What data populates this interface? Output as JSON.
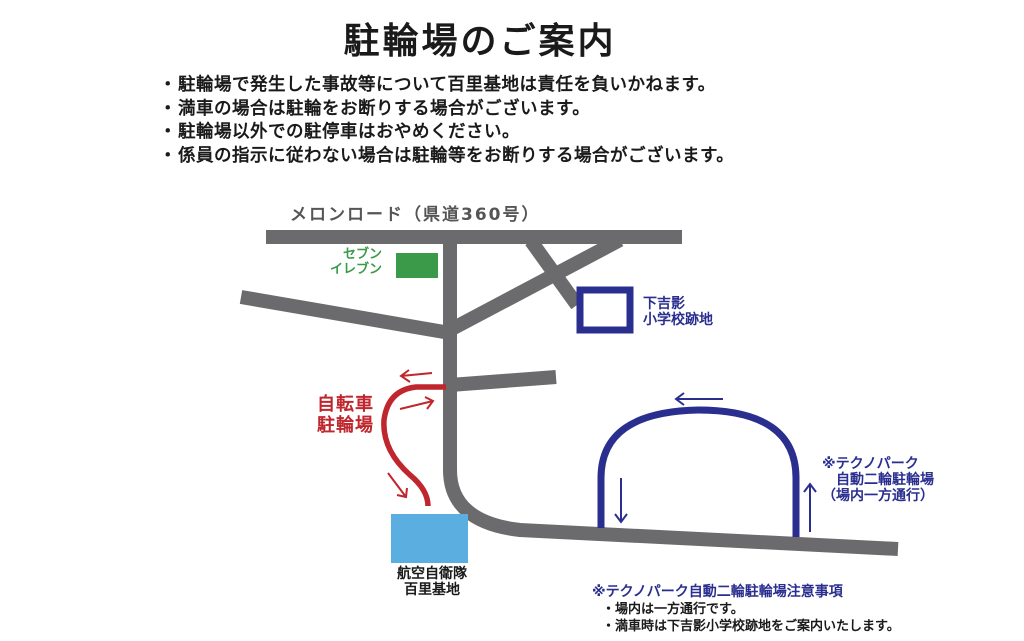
{
  "header": {
    "title": "駐輪場のご案内"
  },
  "notices": [
    "駐輪場で発生した事故等について百里基地は責任を負いかねます。",
    "満車の場合は駐輪をお断りする場合がございます。",
    "駐輪場以外での駐停車はおやめください。",
    "係員の指示に従わない場合は駐輪等をお断りする場合がございます。"
  ],
  "bullet": "・",
  "map": {
    "road_name": "メロンロード（県道360号）",
    "seven_eleven": {
      "line1": "セブン",
      "line2": "イレブン",
      "color": "#3a9a4a"
    },
    "school": {
      "line1": "下吉影",
      "line2": "小学校跡地",
      "color": "#2a2f8f"
    },
    "bicycle_parking": {
      "line1": "自転車",
      "line2": "駐輪場",
      "color": "#c0262d"
    },
    "base": {
      "line1": "航空自衛隊",
      "line2": "百里基地",
      "color": "#5aafe0"
    },
    "techno_park": {
      "line1": "※テクノパーク",
      "line2": "自動二輪駐輪場",
      "line3": "（場内一方通行）",
      "color": "#2a2f8f"
    },
    "road_color": "#6b6b6e"
  },
  "notes": {
    "heading": "※テクノパーク自動二輪駐輪場注意事項",
    "items": [
      "場内は一方通行です。",
      "満車時は下吉影小学校跡地をご案内いたします。"
    ]
  }
}
